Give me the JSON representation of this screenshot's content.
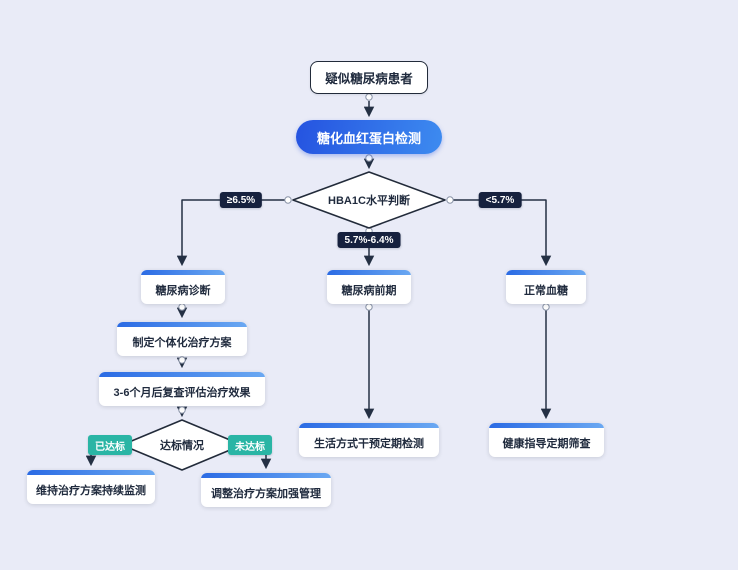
{
  "diagram": {
    "nodes": {
      "start": {
        "label": "疑似糖尿病患者"
      },
      "test": {
        "label": "糖化血红蛋白检测"
      },
      "decision_hba1c": {
        "label": "HBA1C水平判断"
      },
      "card_diagnosis": {
        "label": "糖尿病诊断"
      },
      "card_prediabetes": {
        "label": "糖尿病前期"
      },
      "card_normal": {
        "label": "正常血糖"
      },
      "card_plan": {
        "label": "制定个体化治疗方案"
      },
      "card_review": {
        "label": "3-6个月后复查评估治疗效果"
      },
      "decision_target": {
        "label": "达标情况"
      },
      "card_maintain": {
        "label": "维持治疗方案持续监测"
      },
      "card_adjust": {
        "label": "调整治疗方案加强管理"
      },
      "card_lifestyle": {
        "label": "生活方式干预定期检测"
      },
      "card_health": {
        "label": "健康指导定期筛查"
      }
    },
    "edge_labels": {
      "ge65": "≥6.5%",
      "mid": "5.7%-6.4%",
      "lt57": "<5.7%",
      "achieved": "已达标",
      "not_achieved": "未达标"
    }
  },
  "colors": {
    "accent_blue": "#2b6be4",
    "accent_blue_light": "#6aa8f2",
    "badge_dark": "#16213e",
    "badge_teal": "#2ab5a5",
    "line": "#243044",
    "bg": "#e9ebf7"
  }
}
